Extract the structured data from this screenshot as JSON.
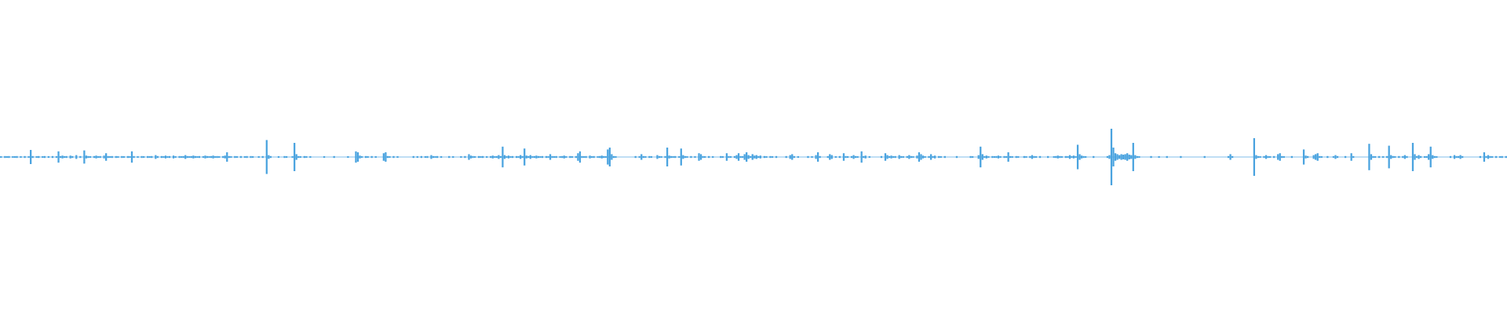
{
  "colors": {
    "background": "#ffffff",
    "waveform": "#4aa3df"
  },
  "waveform": {
    "peaks": [
      0.01,
      0.0,
      0.02,
      0.01,
      0.02,
      0.0,
      0.01,
      0.01,
      0.02,
      0.0,
      0.01,
      0.0,
      0.02,
      0.0,
      0.01,
      0.15,
      0.02,
      0.0,
      0.01,
      0.02,
      0.0,
      0.01,
      0.02,
      0.0,
      0.01,
      0.0,
      0.02,
      0.0,
      0.01,
      0.12,
      0.02,
      0.03,
      0.01,
      0.02,
      0.0,
      0.03,
      0.02,
      0.0,
      0.04,
      0.0,
      0.02,
      0.0,
      0.14,
      0.03,
      0.02,
      0.01,
      0.0,
      0.02,
      0.03,
      0.01,
      0.02,
      0.0,
      0.03,
      0.08,
      0.02,
      0.01,
      0.02,
      0.0,
      0.02,
      0.01,
      0.0,
      0.02,
      0.01,
      0.0,
      0.02,
      0.01,
      0.12,
      0.02,
      0.0,
      0.01,
      0.0,
      0.02,
      0.01,
      0.0,
      0.02,
      0.01,
      0.02,
      0.0,
      0.04,
      0.02,
      0.0,
      0.02,
      0.01,
      0.03,
      0.01,
      0.02,
      0.0,
      0.03,
      0.01,
      0.0,
      0.02,
      0.01,
      0.02,
      0.04,
      0.02,
      0.01,
      0.02,
      0.03,
      0.02,
      0.01,
      0.02,
      0.0,
      0.01,
      0.03,
      0.02,
      0.01,
      0.02,
      0.03,
      0.01,
      0.02,
      0.01,
      0.0,
      0.02,
      0.03,
      0.1,
      0.02,
      0.01,
      0.0,
      0.02,
      0.01,
      0.0,
      0.02,
      0.0,
      0.01,
      0.02,
      0.0,
      0.02,
      0.01,
      0.0,
      0.0,
      0.01,
      0.0,
      0.02,
      0.0,
      0.36,
      0.04,
      0.02,
      0.0,
      0.0,
      0.0,
      0.01,
      0.0,
      0.0,
      0.02,
      0.01,
      0.0,
      0.0,
      0.01,
      0.3,
      0.06,
      0.02,
      0.01,
      0.0,
      0.02,
      0.01,
      0.0,
      0.01,
      0.0,
      0.0,
      0.0,
      0.0,
      0.0,
      0.0,
      0.01,
      0.0,
      0.0,
      0.0,
      0.0,
      0.02,
      0.0,
      0.0,
      0.0,
      0.0,
      0.0,
      0.0,
      0.01,
      0.0,
      0.0,
      0.0,
      0.12,
      0.1,
      0.03,
      0.01,
      0.0,
      0.02,
      0.01,
      0.0,
      0.02,
      0.0,
      0.01,
      0.0,
      0.0,
      0.0,
      0.08,
      0.1,
      0.02,
      0.01,
      0.0,
      0.02,
      0.0,
      0.01,
      0.0,
      0.0,
      0.0,
      0.0,
      0.0,
      0.0,
      0.0,
      0.02,
      0.0,
      0.01,
      0.0,
      0.02,
      0.0,
      0.01,
      0.02,
      0.0,
      0.04,
      0.02,
      0.01,
      0.02,
      0.0,
      0.01,
      0.0,
      0.0,
      0.0,
      0.02,
      0.0,
      0.01,
      0.0,
      0.0,
      0.0,
      0.01,
      0.0,
      0.02,
      0.0,
      0.06,
      0.03,
      0.02,
      0.01,
      0.0,
      0.02,
      0.01,
      0.02,
      0.0,
      0.01,
      0.0,
      0.02,
      0.03,
      0.01,
      0.02,
      0.04,
      0.02,
      0.22,
      0.04,
      0.02,
      0.03,
      0.01,
      0.02,
      0.0,
      0.02,
      0.01,
      0.04,
      0.02,
      0.18,
      0.03,
      0.02,
      0.04,
      0.01,
      0.02,
      0.03,
      0.02,
      0.01,
      0.02,
      0.0,
      0.02,
      0.01,
      0.06,
      0.02,
      0.01,
      0.02,
      0.0,
      0.01,
      0.02,
      0.03,
      0.01,
      0.0,
      0.02,
      0.01,
      0.0,
      0.02,
      0.08,
      0.12,
      0.02,
      0.01,
      0.02,
      0.0,
      0.03,
      0.01,
      0.02,
      0.0,
      0.01,
      0.02,
      0.03,
      0.02,
      0.01,
      0.16,
      0.2,
      0.06,
      0.02,
      0.01,
      0.0,
      0.0,
      0.0,
      0.0,
      0.0,
      0.0,
      0.0,
      0.0,
      0.0,
      0.02,
      0.0,
      0.01,
      0.06,
      0.02,
      0.01,
      0.0,
      0.02,
      0.01,
      0.0,
      0.0,
      0.04,
      0.02,
      0.01,
      0.0,
      0.02,
      0.2,
      0.03,
      0.02,
      0.01,
      0.02,
      0.0,
      0.01,
      0.18,
      0.04,
      0.02,
      0.01,
      0.0,
      0.02,
      0.0,
      0.01,
      0.0,
      0.08,
      0.06,
      0.02,
      0.01,
      0.0,
      0.02,
      0.0,
      0.01,
      0.0,
      0.0,
      0.0,
      0.02,
      0.01,
      0.0,
      0.08,
      0.02,
      0.01,
      0.0,
      0.02,
      0.04,
      0.08,
      0.02,
      0.01,
      0.06,
      0.1,
      0.04,
      0.02,
      0.06,
      0.03,
      0.04,
      0.02,
      0.03,
      0.0,
      0.02,
      0.01,
      0.0,
      0.02,
      0.01,
      0.0,
      0.02,
      0.0,
      0.0,
      0.0,
      0.0,
      0.02,
      0.0,
      0.04,
      0.06,
      0.02,
      0.0,
      0.01,
      0.0,
      0.0,
      0.0,
      0.0,
      0.02,
      0.0,
      0.01,
      0.0,
      0.04,
      0.1,
      0.02,
      0.0,
      0.0,
      0.0,
      0.02,
      0.06,
      0.04,
      0.0,
      0.01,
      0.0,
      0.02,
      0.0,
      0.08,
      0.02,
      0.01,
      0.0,
      0.02,
      0.04,
      0.02,
      0.01,
      0.0,
      0.12,
      0.02,
      0.03,
      0.0,
      0.01,
      0.0,
      0.0,
      0.0,
      0.0,
      0.0,
      0.02,
      0.0,
      0.08,
      0.04,
      0.02,
      0.03,
      0.01,
      0.02,
      0.0,
      0.04,
      0.02,
      0.01,
      0.0,
      0.02,
      0.04,
      0.02,
      0.01,
      0.0,
      0.03,
      0.1,
      0.06,
      0.03,
      0.01,
      0.0,
      0.02,
      0.06,
      0.02,
      0.03,
      0.0,
      0.02,
      0.01,
      0.0,
      0.02,
      0.0,
      0.0,
      0.0,
      0.0,
      0.0,
      0.02,
      0.0,
      0.0,
      0.0,
      0.0,
      0.0,
      0.0,
      0.02,
      0.01,
      0.0,
      0.0,
      0.04,
      0.22,
      0.06,
      0.02,
      0.03,
      0.01,
      0.0,
      0.02,
      0.01,
      0.02,
      0.03,
      0.01,
      0.0,
      0.02,
      0.01,
      0.1,
      0.02,
      0.01,
      0.0,
      0.02,
      0.01,
      0.0,
      0.0,
      0.02,
      0.01,
      0.0,
      0.02,
      0.04,
      0.02,
      0.01,
      0.0,
      0.02,
      0.0,
      0.0,
      0.0,
      0.02,
      0.0,
      0.0,
      0.01,
      0.02,
      0.03,
      0.02,
      0.01,
      0.0,
      0.02,
      0.01,
      0.04,
      0.02,
      0.03,
      0.01,
      0.26,
      0.06,
      0.03,
      0.02,
      0.01,
      0.0,
      0.0,
      0.0,
      0.02,
      0.0,
      0.0,
      0.0,
      0.0,
      0.0,
      0.0,
      0.02,
      0.04,
      0.6,
      0.2,
      0.08,
      0.06,
      0.04,
      0.06,
      0.05,
      0.06,
      0.08,
      0.05,
      0.04,
      0.3,
      0.04,
      0.02,
      0.01,
      0.0,
      0.0,
      0.0,
      0.0,
      0.0,
      0.02,
      0.0,
      0.0,
      0.0,
      0.01,
      0.0,
      0.0,
      0.0,
      0.02,
      0.0,
      0.0,
      0.0,
      0.0,
      0.0,
      0.0,
      0.02,
      0.0,
      0.0,
      0.0,
      0.0,
      0.0,
      0.0,
      0.0,
      0.0,
      0.0,
      0.0,
      0.0,
      0.02,
      0.0,
      0.0,
      0.0,
      0.0,
      0.0,
      0.0,
      0.0,
      0.0,
      0.0,
      0.0,
      0.0,
      0.02,
      0.06,
      0.02,
      0.0,
      0.0,
      0.0,
      0.0,
      0.0,
      0.0,
      0.0,
      0.0,
      0.0,
      0.0,
      0.4,
      0.04,
      0.02,
      0.01,
      0.0,
      0.02,
      0.04,
      0.02,
      0.01,
      0.0,
      0.02,
      0.0,
      0.06,
      0.08,
      0.02,
      0.01,
      0.0,
      0.0,
      0.0,
      0.02,
      0.0,
      0.0,
      0.0,
      0.0,
      0.0,
      0.16,
      0.03,
      0.02,
      0.0,
      0.0,
      0.04,
      0.06,
      0.08,
      0.02,
      0.01,
      0.0,
      0.0,
      0.02,
      0.0,
      0.0,
      0.01,
      0.04,
      0.02,
      0.0,
      0.0,
      0.0,
      0.02,
      0.0,
      0.0,
      0.08,
      0.02,
      0.0,
      0.0,
      0.0,
      0.0,
      0.0,
      0.0,
      0.0,
      0.28,
      0.06,
      0.02,
      0.01,
      0.0,
      0.02,
      0.0,
      0.01,
      0.0,
      0.02,
      0.24,
      0.04,
      0.02,
      0.01,
      0.0,
      0.02,
      0.0,
      0.02,
      0.04,
      0.02,
      0.0,
      0.0,
      0.3,
      0.06,
      0.02,
      0.04,
      0.02,
      0.0,
      0.01,
      0.02,
      0.06,
      0.22,
      0.04,
      0.02,
      0.01,
      0.0,
      0.0,
      0.0,
      0.0,
      0.0,
      0.0,
      0.02,
      0.0,
      0.04,
      0.02,
      0.02,
      0.04,
      0.02,
      0.0,
      0.0,
      0.0,
      0.0,
      0.0,
      0.0,
      0.0,
      0.0,
      0.02,
      0.0,
      0.1,
      0.02,
      0.04,
      0.02,
      0.01,
      0.0,
      0.02,
      0.0,
      0.01,
      0.02,
      0.0,
      0.02
    ]
  }
}
